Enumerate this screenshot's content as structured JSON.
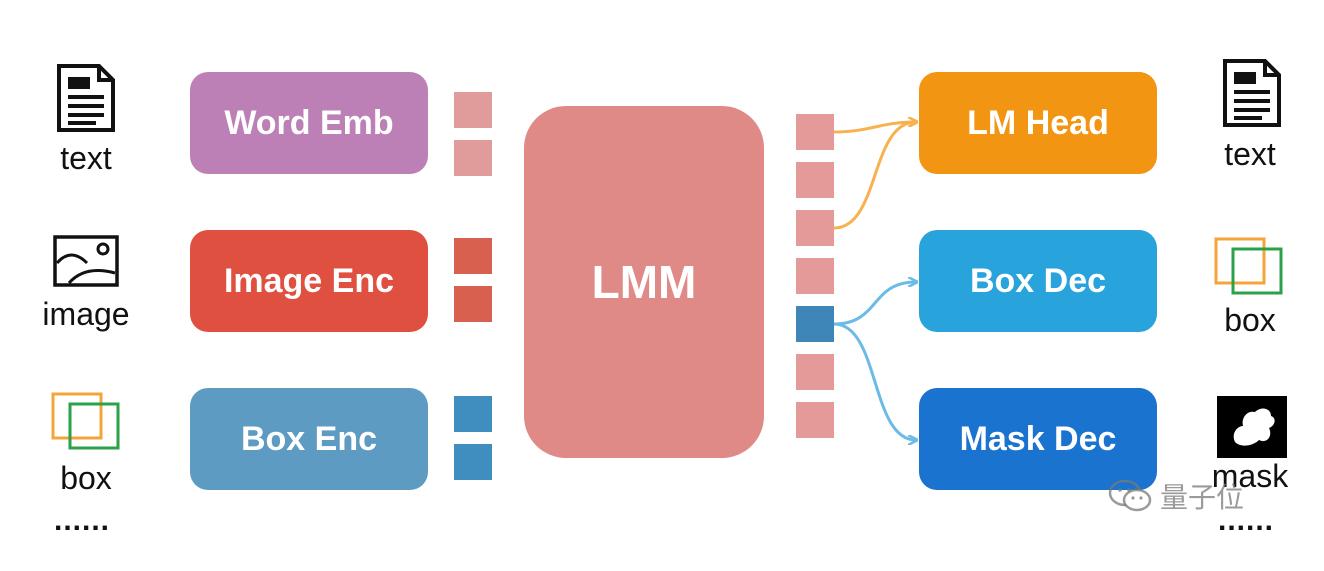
{
  "inputs": {
    "text_label": "text",
    "image_label": "image",
    "box_label": "box",
    "more": "......"
  },
  "encoders": {
    "word_emb": "Word Emb",
    "image_enc": "Image Enc",
    "box_enc": "Box Enc"
  },
  "center": {
    "label": "LMM"
  },
  "decoders": {
    "lm_head": "LM Head",
    "box_dec": "Box Dec",
    "mask_dec": "Mask Dec"
  },
  "outputs": {
    "text_label": "text",
    "box_label": "box",
    "mask_label": "mask",
    "more": "......"
  },
  "watermark": {
    "text": "量子位"
  },
  "colors": {
    "word_emb": "#bd80b6",
    "image_enc": "#df5041",
    "box_enc": "#5d9bc3",
    "lmm": "#e08a88",
    "lm_head": "#f29512",
    "box_dec": "#29a3dc",
    "mask_dec": "#1a73cf",
    "token_pink": "#e09c9a",
    "token_red": "#d8604e",
    "token_blue": "#3f8ebf",
    "token_out": "#e39a98",
    "token_out_active": "#3f86b8",
    "arrow_orange": "#f8b14f",
    "arrow_blue": "#6cbbe6",
    "box_orange": "#f6a43a",
    "box_green": "#2aa24a"
  }
}
